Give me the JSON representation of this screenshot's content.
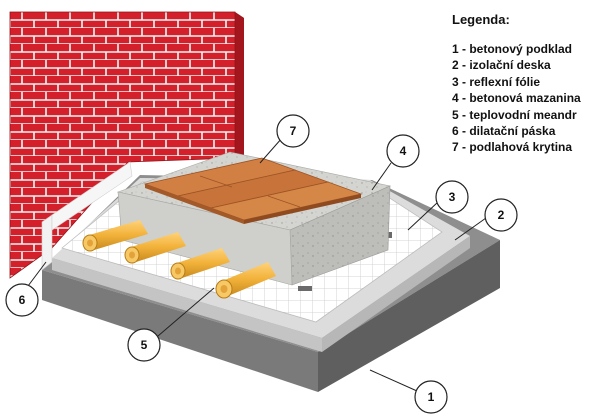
{
  "legend": {
    "title": "Legenda:",
    "items": [
      "1 - betonový podklad",
      "2 - izolační deska",
      "3 - reflexní fólie",
      "4 - betonová mazanina",
      "5 - teplovodní meandr",
      "6 - dilatační páska",
      "7 - podlahová krytina"
    ]
  },
  "callouts": [
    "1",
    "2",
    "3",
    "4",
    "5",
    "6",
    "7"
  ],
  "colors": {
    "brick": "#d4202a",
    "mortar": "#f4f4f4",
    "concrete_base": "#7d7d7d",
    "insulation": "#d2d2d2",
    "foil_grid": "#ffffff",
    "screed": "#c8c8c4",
    "pipe": "#f2b23a",
    "wood": "#c8733a"
  }
}
